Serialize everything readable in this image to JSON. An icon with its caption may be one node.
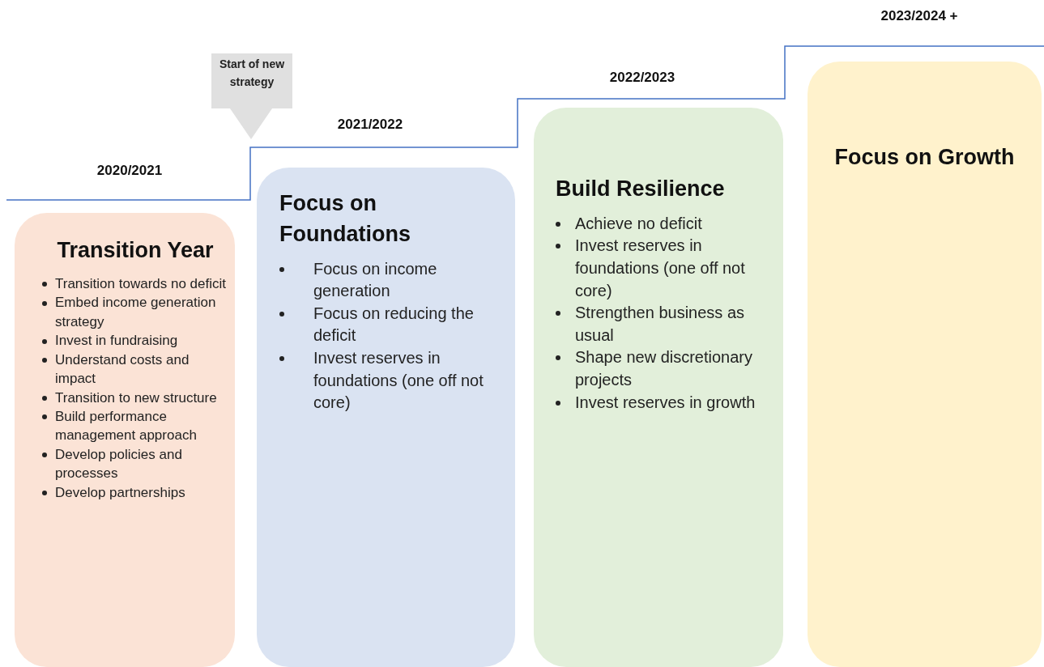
{
  "diagram": {
    "nodes": [
      {
        "text": [
          "Transition Year",
          "Transition towards no deficit",
          "Embed income generation strategy",
          "Invest in fundraising",
          "Understand costs and impact",
          "Transition to new structure",
          "Build performance management approach",
          "Develop policies and processes",
          "Develop partnerships"
        ]
      },
      {
        "text": [
          "Focus on Foundations",
          "Focus on income generation",
          "Focus on reducing the deficit",
          "Invest reserves in foundations (one off not core)"
        ]
      },
      {
        "text": [
          "Build Resilience",
          "Achieve no deficit",
          "Invest reserves in foundations (one off not core)",
          "Strengthen business as usual",
          "Shape new discretionary projects",
          "Invest reserves in growth"
        ]
      },
      {
        "text": [
          "Focus on Growth"
        ]
      },
      {
        "text": [
          "Start of new strategy"
        ]
      }
    ],
    "edges": [],
    "labels": [
      "2023/2024 +",
      "2022/2023",
      "2021/2022",
      "2020/2021"
    ]
  }
}
